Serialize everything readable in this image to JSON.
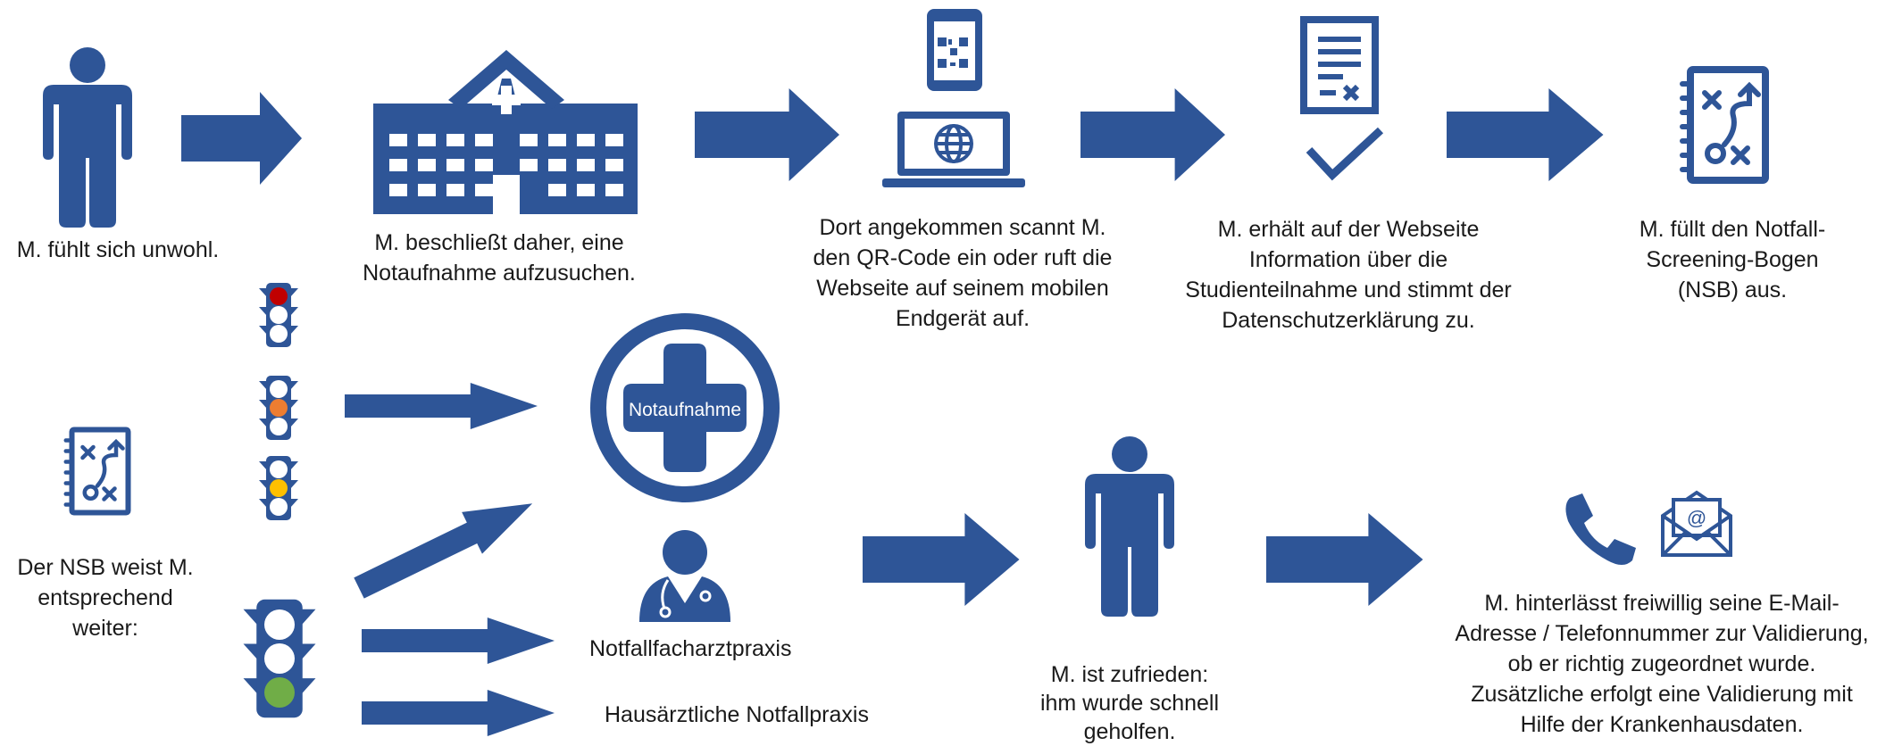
{
  "colors": {
    "primary": "#2e5597",
    "red": "#c00000",
    "orange": "#ed7d31",
    "yellow": "#ffc000",
    "green": "#70ad47",
    "white": "#ffffff"
  },
  "steps": {
    "unwell": "M. fühlt sich unwohl.",
    "decide": "M. beschließt daher, eine\nNotaufnahme aufzusuchen.",
    "scan": "Dort angekommen scannt M.\nden QR-Code ein oder ruft die\nWebseite auf seinem mobilen\nEndgerät auf.",
    "info": "M. erhält auf der Webseite\nInformation über die\nStudienteilnahme und stimmt der\nDatenschutzerklärung zu.",
    "fill": "M. füllt den Notfall-\nScreening-Bogen\n(NSB) aus."
  },
  "routing": {
    "nsb_label": "Der NSB weist M.\nentsprechend\nweiter:",
    "emergency_room": "Notaufnahme",
    "specialist_practice": "Notfallfacharztpraxis",
    "gp_practice": "Hausärztliche Notfallpraxis"
  },
  "outcome": {
    "satisfied": "M. ist zufrieden:\nihm wurde schnell\ngeholfen.",
    "validation": "M. hinterlässt freiwillig seine E-Mail-\nAdresse / Telefonnummer zur Validierung,\nob er richtig zugeordnet wurde.\nZusätzliche erfolgt eine Validierung mit\nHilfe der Krankenhausdaten."
  },
  "icons": [
    "person-icon",
    "hospital-icon",
    "smartphone-qr-icon",
    "laptop-globe-icon",
    "document-check-icon",
    "strategy-notebook-icon",
    "traffic-light-icon",
    "medical-cross-icon",
    "doctor-icon",
    "phone-icon",
    "email-icon"
  ]
}
